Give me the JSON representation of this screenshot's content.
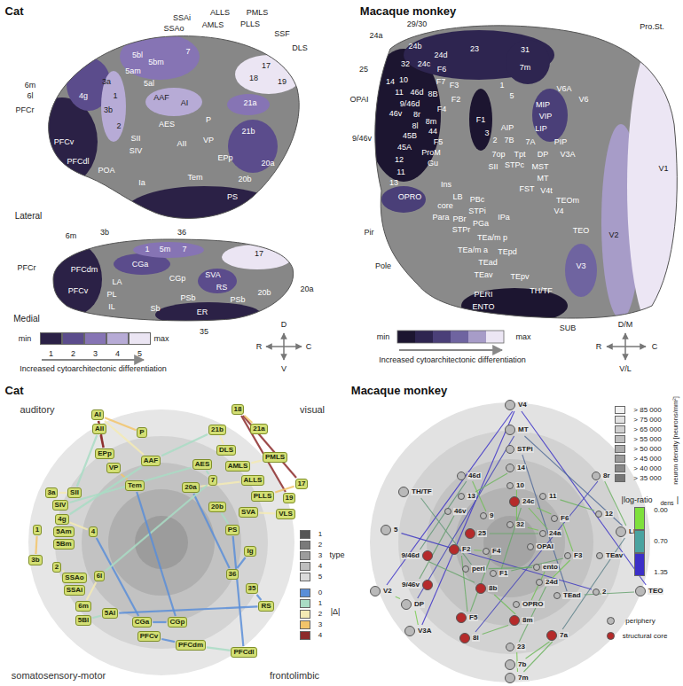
{
  "diagram": {
    "nodes": [
      {
        "text": [
          "AI"
        ]
      },
      {
        "text": [
          "AII"
        ]
      },
      {
        "text": [
          "P"
        ]
      },
      {
        "text": [
          "EPp"
        ]
      },
      {
        "text": [
          "VP"
        ]
      },
      {
        "text": [
          "AAF"
        ]
      },
      {
        "text": [
          "Tem"
        ]
      },
      {
        "text": [
          "18"
        ]
      },
      {
        "text": [
          "21a"
        ]
      },
      {
        "text": [
          "21b"
        ]
      },
      {
        "text": [
          "DLS"
        ]
      },
      {
        "text": [
          "AES"
        ]
      },
      {
        "text": [
          "AMLS"
        ]
      },
      {
        "text": [
          "PMLS"
        ]
      },
      {
        "text": [
          "7"
        ]
      },
      {
        "text": [
          "ALLS"
        ]
      },
      {
        "text": [
          "20a"
        ]
      },
      {
        "text": [
          "17"
        ]
      },
      {
        "text": [
          "19"
        ]
      },
      {
        "text": [
          "PLLS"
        ]
      },
      {
        "text": [
          "20b"
        ]
      },
      {
        "text": [
          "SVA"
        ]
      },
      {
        "text": [
          "VLS"
        ]
      },
      {
        "text": [
          "PS"
        ]
      },
      {
        "text": [
          "3a"
        ]
      },
      {
        "text": [
          "SII"
        ]
      },
      {
        "text": [
          "SIV"
        ]
      },
      {
        "text": [
          "4g"
        ]
      },
      {
        "text": [
          "1"
        ]
      },
      {
        "text": [
          "5Am"
        ]
      },
      {
        "text": [
          "5Bm"
        ]
      },
      {
        "text": [
          "4"
        ]
      },
      {
        "text": [
          "3b"
        ]
      },
      {
        "text": [
          "2"
        ]
      },
      {
        "text": [
          "SSAo"
        ]
      },
      {
        "text": [
          "SSAi"
        ]
      },
      {
        "text": [
          "6l"
        ]
      },
      {
        "text": [
          "6m"
        ]
      },
      {
        "text": [
          "5Bl"
        ]
      },
      {
        "text": [
          "5Al"
        ]
      },
      {
        "text": [
          "Ig"
        ]
      },
      {
        "text": [
          "36"
        ]
      },
      {
        "text": [
          "35"
        ]
      },
      {
        "text": [
          "RS"
        ]
      },
      {
        "text": [
          "CGa"
        ]
      },
      {
        "text": [
          "CGp"
        ]
      },
      {
        "text": [
          "PFCv"
        ]
      },
      {
        "text": [
          "PFCdm"
        ]
      },
      {
        "text": [
          "PFCdl"
        ]
      },
      {
        "text": [
          "V4"
        ]
      },
      {
        "text": [
          "MT"
        ]
      },
      {
        "text": [
          "STPi"
        ]
      },
      {
        "text": [
          "14"
        ]
      },
      {
        "text": [
          "46d"
        ]
      },
      {
        "text": [
          "10"
        ]
      },
      {
        "text": [
          "24c"
        ]
      },
      {
        "text": [
          "11"
        ]
      },
      {
        "text": [
          "8r"
        ]
      },
      {
        "text": [
          "TH/TF"
        ]
      },
      {
        "text": [
          "13"
        ]
      },
      {
        "text": [
          "46v"
        ]
      },
      {
        "text": [
          "9"
        ]
      },
      {
        "text": [
          "32"
        ]
      },
      {
        "text": [
          "F6"
        ]
      },
      {
        "text": [
          "12"
        ]
      },
      {
        "text": [
          "24a"
        ]
      },
      {
        "text": [
          "5"
        ]
      },
      {
        "text": [
          "25"
        ]
      },
      {
        "text": [
          "F2"
        ]
      },
      {
        "text": [
          "F4"
        ]
      },
      {
        "text": [
          "OPAI"
        ]
      },
      {
        "text": [
          "LIP"
        ]
      },
      {
        "text": [
          "9/46d"
        ]
      },
      {
        "text": [
          "peri"
        ]
      },
      {
        "text": [
          "F1"
        ]
      },
      {
        "text": [
          "ento"
        ]
      },
      {
        "text": [
          "F3"
        ]
      },
      {
        "text": [
          "TEav"
        ]
      },
      {
        "text": [
          "24d"
        ]
      },
      {
        "text": [
          "TEad"
        ]
      },
      {
        "text": [
          "2"
        ]
      },
      {
        "text": [
          "V2"
        ]
      },
      {
        "text": [
          "TEO"
        ]
      },
      {
        "text": [
          "DP"
        ]
      },
      {
        "text": [
          "9/46v"
        ]
      },
      {
        "text": [
          "8b"
        ]
      },
      {
        "text": [
          "OPRO"
        ]
      },
      {
        "text": [
          "V3A"
        ]
      },
      {
        "text": [
          "F5"
        ]
      },
      {
        "text": [
          "8m"
        ]
      },
      {
        "text": [
          "8l"
        ]
      },
      {
        "text": [
          "7a"
        ]
      },
      {
        "text": [
          "23"
        ]
      },
      {
        "text": [
          "7b"
        ]
      },
      {
        "text": [
          "7m"
        ]
      }
    ],
    "edges": [
      {
        "from": 0,
        "to": 1,
        "arrow": "none"
      },
      {
        "from": 0,
        "to": 3,
        "arrow": "none"
      },
      {
        "from": 1,
        "to": 3,
        "arrow": "none"
      },
      {
        "from": 0,
        "to": 2,
        "arrow": "none"
      },
      {
        "from": 5,
        "to": 0,
        "arrow": "none"
      },
      {
        "from": 3,
        "to": 4,
        "arrow": "none"
      },
      {
        "from": 6,
        "to": 4,
        "arrow": "none"
      },
      {
        "from": 17,
        "to": 7,
        "arrow": "none"
      },
      {
        "from": 7,
        "to": 18,
        "arrow": "none"
      },
      {
        "from": 7,
        "to": 8,
        "arrow": "none"
      },
      {
        "from": 17,
        "to": 19,
        "arrow": "none"
      },
      {
        "from": 12,
        "to": 13,
        "arrow": "none"
      },
      {
        "from": 15,
        "to": 16,
        "arrow": "none"
      },
      {
        "from": 14,
        "to": 11,
        "arrow": "none"
      },
      {
        "from": 10,
        "to": 9,
        "arrow": "none"
      },
      {
        "from": 23,
        "to": 20,
        "arrow": "none"
      },
      {
        "from": 21,
        "to": 22,
        "arrow": "none"
      },
      {
        "from": 24,
        "to": 25,
        "arrow": "none"
      },
      {
        "from": 27,
        "to": 31,
        "arrow": "none"
      },
      {
        "from": 32,
        "to": 28,
        "arrow": "none"
      },
      {
        "from": 33,
        "to": 34,
        "arrow": "none"
      },
      {
        "from": 29,
        "to": 30,
        "arrow": "none"
      },
      {
        "from": 36,
        "to": 37,
        "arrow": "none"
      },
      {
        "from": 38,
        "to": 39,
        "arrow": "none"
      },
      {
        "from": 44,
        "to": 45,
        "arrow": "none"
      },
      {
        "from": 46,
        "to": 47,
        "arrow": "none"
      },
      {
        "from": 47,
        "to": 48,
        "arrow": "none"
      },
      {
        "from": 43,
        "to": 42,
        "arrow": "none"
      },
      {
        "from": 41,
        "to": 40,
        "arrow": "none"
      },
      {
        "from": 11,
        "to": 26,
        "arrow": "none"
      },
      {
        "from": 16,
        "to": 41,
        "arrow": "none"
      },
      {
        "from": 31,
        "to": 44,
        "arrow": "none"
      },
      {
        "from": 5,
        "to": 27,
        "arrow": "none"
      },
      {
        "from": 14,
        "to": 36,
        "arrow": "none"
      },
      {
        "from": 48,
        "to": 23,
        "arrow": "none"
      },
      {
        "from": 6,
        "to": 45,
        "arrow": "none"
      },
      {
        "from": 25,
        "to": 1,
        "arrow": "none"
      },
      {
        "from": 39,
        "to": 43,
        "arrow": "none"
      },
      {
        "from": 9,
        "to": 5,
        "arrow": "none"
      },
      {
        "from": 49,
        "to": 81,
        "arrow": "none"
      },
      {
        "from": 49,
        "to": 82,
        "arrow": "none"
      },
      {
        "from": 49,
        "to": 87,
        "arrow": "none"
      },
      {
        "from": 50,
        "to": 71,
        "arrow": "none"
      },
      {
        "from": 50,
        "to": 83,
        "arrow": "none"
      },
      {
        "from": 51,
        "to": 79,
        "arrow": "none"
      },
      {
        "from": 52,
        "to": 59,
        "arrow": "none"
      },
      {
        "from": 53,
        "to": 72,
        "arrow": "none"
      },
      {
        "from": 54,
        "to": 62,
        "arrow": "none"
      },
      {
        "from": 55,
        "to": 63,
        "arrow": "none"
      },
      {
        "from": 55,
        "to": 65,
        "arrow": "none"
      },
      {
        "from": 55,
        "to": 74,
        "arrow": "none"
      },
      {
        "from": 56,
        "to": 64,
        "arrow": "none"
      },
      {
        "from": 57,
        "to": 71,
        "arrow": "none"
      },
      {
        "from": 57,
        "to": 90,
        "arrow": "none"
      },
      {
        "from": 58,
        "to": 73,
        "arrow": "none"
      },
      {
        "from": 60,
        "to": 84,
        "arrow": "none"
      },
      {
        "from": 62,
        "to": 65,
        "arrow": "none"
      },
      {
        "from": 68,
        "to": 69,
        "arrow": "none"
      },
      {
        "from": 68,
        "to": 88,
        "arrow": "none"
      },
      {
        "from": 69,
        "to": 88,
        "arrow": "none"
      },
      {
        "from": 85,
        "to": 89,
        "arrow": "none"
      },
      {
        "from": 90,
        "to": 89,
        "arrow": "none"
      },
      {
        "from": 91,
        "to": 71,
        "arrow": "none"
      },
      {
        "from": 91,
        "to": 93,
        "arrow": "none"
      },
      {
        "from": 94,
        "to": 92,
        "arrow": "none"
      },
      {
        "from": 94,
        "to": 91,
        "arrow": "none"
      },
      {
        "from": 66,
        "to": 80,
        "arrow": "none"
      },
      {
        "from": 81,
        "to": 83,
        "arrow": "none"
      },
      {
        "from": 82,
        "to": 79,
        "arrow": "none"
      },
      {
        "from": 72,
        "to": 85,
        "arrow": "none"
      },
      {
        "from": 86,
        "to": 75,
        "arrow": "none"
      },
      {
        "from": 73,
        "to": 75,
        "arrow": "none"
      },
      {
        "from": 67,
        "to": 65,
        "arrow": "none"
      },
      {
        "from": 61,
        "to": 53,
        "arrow": "none"
      },
      {
        "from": 87,
        "to": 83,
        "arrow": "none"
      },
      {
        "from": 92,
        "to": 78,
        "arrow": "none"
      },
      {
        "from": 76,
        "to": 63,
        "arrow": "none"
      },
      {
        "from": 76,
        "to": 74,
        "arrow": "none"
      },
      {
        "from": 78,
        "to": 76,
        "arrow": "none"
      }
    ],
    "labels": [
      "Cat",
      "SSAi",
      "ALLS",
      "PMLS",
      "SSAo",
      "AMLS",
      "PLLS",
      "SSF",
      "DLS",
      "6m",
      "6l",
      "PFCr",
      "5bl",
      "5bm",
      "7",
      "5am",
      "5al",
      "4g",
      "3a",
      "1",
      "3b",
      "2",
      "AAF",
      "AI",
      "SII",
      "SIV",
      "AES",
      "AII",
      "P",
      "VP",
      "EPp",
      "21b",
      "21a",
      "18",
      "19",
      "17",
      "20a",
      "20b",
      "PS",
      "Tem",
      "Ia",
      "PFCv",
      "PFCdl",
      "POA",
      "36",
      "Lateral",
      "3b",
      "6m",
      "1",
      "5m",
      "7",
      "17",
      "PFCr",
      "PFCdm",
      "CGa",
      "LA",
      "CGp",
      "SVA",
      "RS",
      "PFCv",
      "PL",
      "PSb",
      "PSb",
      "IL",
      "Sb",
      "20b",
      "ER",
      "20a",
      "35",
      "Medial",
      "Macaque monkey",
      "29/30",
      "24a",
      "25",
      "Pro.St.",
      "OPAI",
      "9/46v",
      "Pir",
      "Pole",
      "SUB",
      "24b",
      "24d",
      "24c",
      "23",
      "31",
      "7m",
      "32",
      "F6",
      "14",
      "10",
      "11",
      "46d",
      "F7",
      "8B",
      "F3",
      "F2",
      "F1",
      "9/46d",
      "F4",
      "46v",
      "8r",
      "8m",
      "8l",
      "44",
      "45B",
      "F5",
      "45A",
      "ProM",
      "12",
      "Gu",
      "11",
      "13",
      "OPRO",
      "Ins",
      "core",
      "LB",
      "Para",
      "PBr",
      "PBc",
      "STPr",
      "STPi",
      "PGa",
      "IPa",
      "STPc",
      "7op",
      "Tpt",
      "SII",
      "3",
      "1",
      "5",
      "2",
      "7B",
      "AIP",
      "7A",
      "MIP",
      "VIP",
      "LIP",
      "V6A",
      "V6",
      "PIP",
      "DP",
      "V3A",
      "MST",
      "MT",
      "FST",
      "V4t",
      "TEOm",
      "V4",
      "TEO",
      "TEa/m p",
      "TEa/m a",
      "TEpd",
      "TEad",
      "TEav",
      "TEpv",
      "TH/TF",
      "PERI",
      "ENTO",
      "V3",
      "V2",
      "V1",
      "min",
      "max",
      "Increased cytoarchitectonic differentiation",
      "D/M",
      "V/L",
      "R",
      "C",
      "min",
      "max",
      "Increased cytoarchitectonic differentiation",
      "D",
      "V",
      "R",
      "C",
      "Cat",
      "Macaque monkey",
      "auditory",
      "visual",
      "somatosensory-motor",
      "frontolimbic",
      "type",
      "|Δ|",
      "neuron density [neurons/mm²]",
      "|log-ratio",
      "dens",
      "|"
    ],
    "legend": [
      {
        "text": "1",
        "color": "#2b2146"
      },
      {
        "text": "2",
        "color": "#5b4c8c"
      },
      {
        "text": "3",
        "color": "#8674b4"
      },
      {
        "text": "4",
        "color": "#b7abd6"
      },
      {
        "text": "5",
        "color": "#ebe5f3"
      },
      {
        "text": "1",
        "color": "#555555"
      },
      {
        "text": "2",
        "color": "#7a7a7a"
      },
      {
        "text": "3",
        "color": "#9c9c9c"
      },
      {
        "text": "4",
        "color": "#bdbdbd"
      },
      {
        "text": "5",
        "color": "#dcdcdc"
      },
      {
        "text": "0",
        "color": "#5a8ed8"
      },
      {
        "text": "1",
        "color": "#a9dcc4"
      },
      {
        "text": "2",
        "color": "#f3eab4"
      },
      {
        "text": "3",
        "color": "#f2c46a"
      },
      {
        "text": "4",
        "color": "#8c2b2b"
      },
      {
        "text": "> 85 000",
        "color": "#f2f2f2"
      },
      {
        "text": "> 75 000",
        "color": "#e2e2e2"
      },
      {
        "text": "> 65 000",
        "color": "#d0d0d0"
      },
      {
        "text": "> 55 000",
        "color": "#bebebe"
      },
      {
        "text": "> 50 000",
        "color": "#acacac"
      },
      {
        "text": "> 45 000",
        "color": "#9a9a9a"
      },
      {
        "text": "> 40 000",
        "color": "#888888"
      },
      {
        "text": "> 35 000",
        "color": "#767676"
      },
      {
        "text": "0.00",
        "color": "#7ee03c"
      },
      {
        "text": "0.70",
        "color": "#4aa3a0"
      },
      {
        "text": "1.35",
        "color": "#3b2fc8"
      },
      {
        "text": "periphery",
        "color": "#b9b9b9"
      },
      {
        "text": "structural core",
        "color": "#b52a2a"
      }
    ]
  }
}
